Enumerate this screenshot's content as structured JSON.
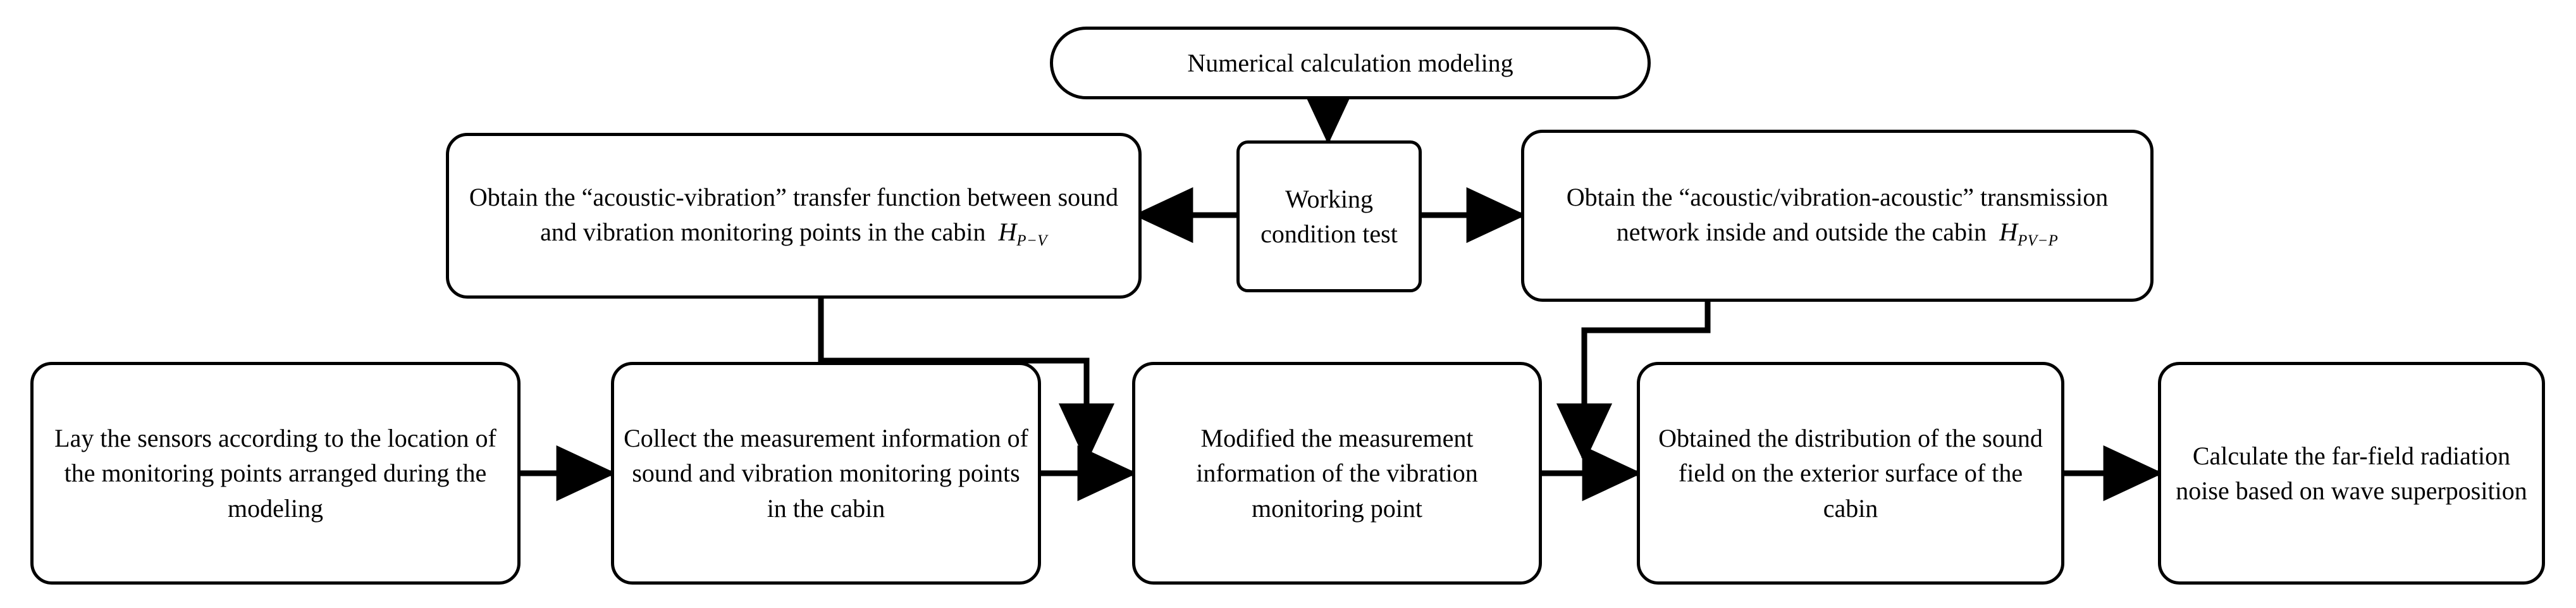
{
  "diagram": {
    "title": "Acoustic-vibration transfer flowchart",
    "background_color": "#ffffff",
    "line_color": "#000000",
    "nodes": {
      "numerical_modeling": {
        "label": "Numerical calculation modeling",
        "shape": "pill"
      },
      "working_condition_test": {
        "label": "Working condition test",
        "shape": "soft-rect"
      },
      "transfer_function_pv": {
        "label_prefix": "Obtain the “acoustic-vibration” transfer function between sound and vibration monitoring points in the cabin",
        "symbol_base": "H",
        "symbol_sub": "P−V",
        "shape": "rounded-rect"
      },
      "transmission_network_pvp": {
        "label_prefix": "Obtain the “acoustic/vibration-acoustic” transmission network inside and outside the cabin",
        "symbol_base": "H",
        "symbol_sub": "PV−P",
        "shape": "rounded-rect"
      },
      "step1_lay_sensors": {
        "label": "Lay the sensors according to the location of the monitoring points arranged during the modeling",
        "shape": "rounded-rect"
      },
      "step2_collect_measurement": {
        "label": "Collect the measurement information of sound and vibration monitoring points in the cabin",
        "shape": "rounded-rect"
      },
      "step3_modify_measurement": {
        "label": "Modified the measurement information of the vibration monitoring point",
        "shape": "rounded-rect"
      },
      "step4_sound_field": {
        "label": "Obtained the distribution of the sound field on the exterior surface of  the cabin",
        "shape": "rounded-rect"
      },
      "step5_far_field": {
        "label": "Calculate the far-field radiation noise based on wave superposition",
        "shape": "rounded-rect"
      }
    },
    "connectors": [
      {
        "name": "modeling-to-test",
        "from": "numerical_modeling",
        "to": "working_condition_test",
        "direction": "down"
      },
      {
        "name": "test-to-transfer-function",
        "from": "working_condition_test",
        "to": "transfer_function_pv",
        "direction": "left"
      },
      {
        "name": "test-to-transmission-network",
        "from": "working_condition_test",
        "to": "transmission_network_pvp",
        "direction": "right"
      },
      {
        "name": "step1-to-step2",
        "from": "step1_lay_sensors",
        "to": "step2_collect_measurement",
        "direction": "right"
      },
      {
        "name": "step2-to-step3",
        "from": "step2_collect_measurement",
        "to": "step3_modify_measurement",
        "direction": "right"
      },
      {
        "name": "step3-to-step4",
        "from": "step3_modify_measurement",
        "to": "step4_sound_field",
        "direction": "right"
      },
      {
        "name": "step4-to-step5",
        "from": "step4_sound_field",
        "to": "step5_far_field",
        "direction": "right"
      },
      {
        "name": "transfer-function-to-step3-link",
        "from": "transfer_function_pv",
        "to": "step2-to-step3",
        "direction": "elbow-down"
      },
      {
        "name": "transmission-network-to-step4-link",
        "from": "transmission_network_pvp",
        "to": "step3-to-step4",
        "direction": "elbow-down"
      }
    ]
  }
}
